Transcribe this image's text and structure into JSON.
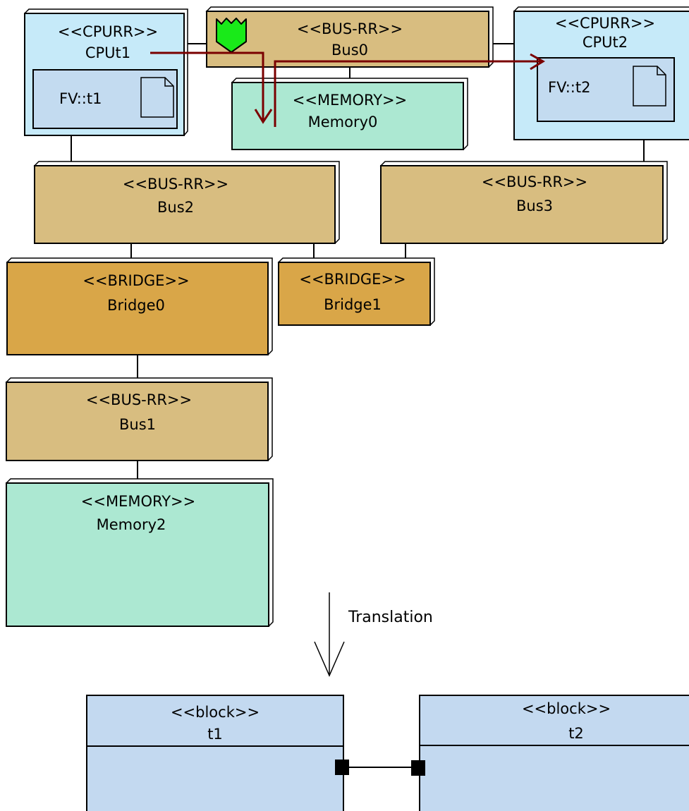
{
  "colors": {
    "cpu": "#c6eaf9",
    "fv_artifact": "#c3dbf0",
    "bus": "#d8bd80",
    "memory": "#ace8d2",
    "bridge": "#d9a648",
    "block": "#c3d9f0",
    "path": "#7a0000",
    "security_marker": "#19ea19",
    "line": "#000000"
  },
  "deployment": {
    "cpu_t1": {
      "stereotype": "<<CPURR>>",
      "name": "CPUt1",
      "artifact": "FV::t1"
    },
    "cpu_t2": {
      "stereotype": "<<CPURR>>",
      "name": "CPUt2",
      "artifact": "FV::t2"
    },
    "bus0": {
      "stereotype": "<<BUS-RR>>",
      "name": "Bus0"
    },
    "memory0": {
      "stereotype": "<<MEMORY>>",
      "name": "Memory0"
    },
    "bus2": {
      "stereotype": "<<BUS-RR>>",
      "name": "Bus2"
    },
    "bus3": {
      "stereotype": "<<BUS-RR>>",
      "name": "Bus3"
    },
    "bridge0": {
      "stereotype": "<<BRIDGE>>",
      "name": "Bridge0"
    },
    "bridge1": {
      "stereotype": "<<BRIDGE>>",
      "name": "Bridge1"
    },
    "bus1": {
      "stereotype": "<<BUS-RR>>",
      "name": "Bus1"
    },
    "memory2": {
      "stereotype": "<<MEMORY>>",
      "name": "Memory2"
    }
  },
  "translation": {
    "label": "Translation"
  },
  "blocks": {
    "t1": {
      "stereotype": "<<block>>",
      "name": "t1"
    },
    "t2": {
      "stereotype": "<<block>>",
      "name": "t2"
    }
  }
}
